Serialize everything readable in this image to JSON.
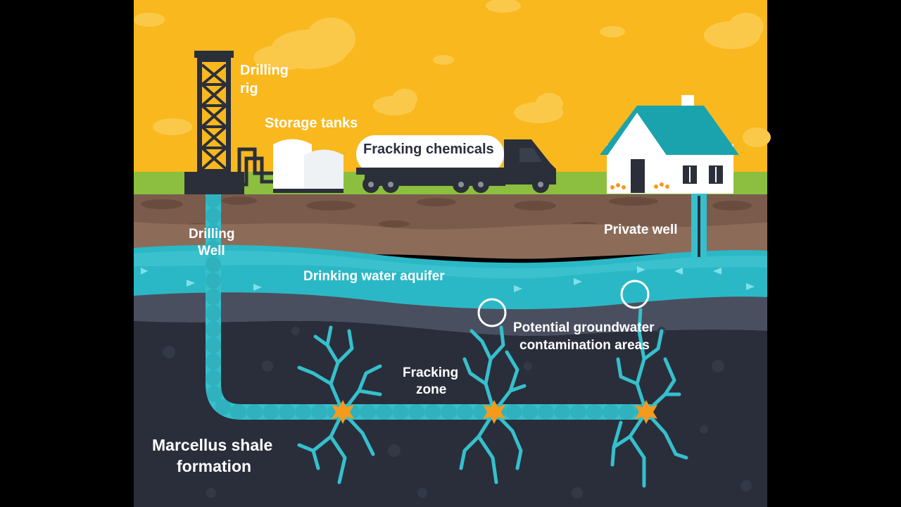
{
  "labels": {
    "drilling_rig_1": "Drilling",
    "drilling_rig_2": "rig",
    "storage_tanks": "Storage tanks",
    "fracking_chemicals": "Fracking chemicals",
    "drilling_well_1": "Drilling",
    "drilling_well_2": "Well",
    "private_well": "Private well",
    "aquifer": "Drinking water aquifer",
    "contamination_1": "Potential groundwater",
    "contamination_2": "contamination areas",
    "fracking_zone_1": "Fracking",
    "fracking_zone_2": "zone",
    "marcellus_1": "Marcellus shale",
    "marcellus_2": "formation"
  },
  "colors": {
    "sky": "#f9b81e",
    "cloud": "#fbc94a",
    "grass": "#8cbf3f",
    "topsoil": "#7a5b4c",
    "subsoil": "#8d6b59",
    "aquifer": "#2bb8c6",
    "rock": "#4a4f60",
    "shale": "#2a2e3b",
    "pipe": "#35c0cc",
    "burst": "#f59a1c",
    "house_roof": "#1aa3ad",
    "truck": "#2b2f3a"
  }
}
